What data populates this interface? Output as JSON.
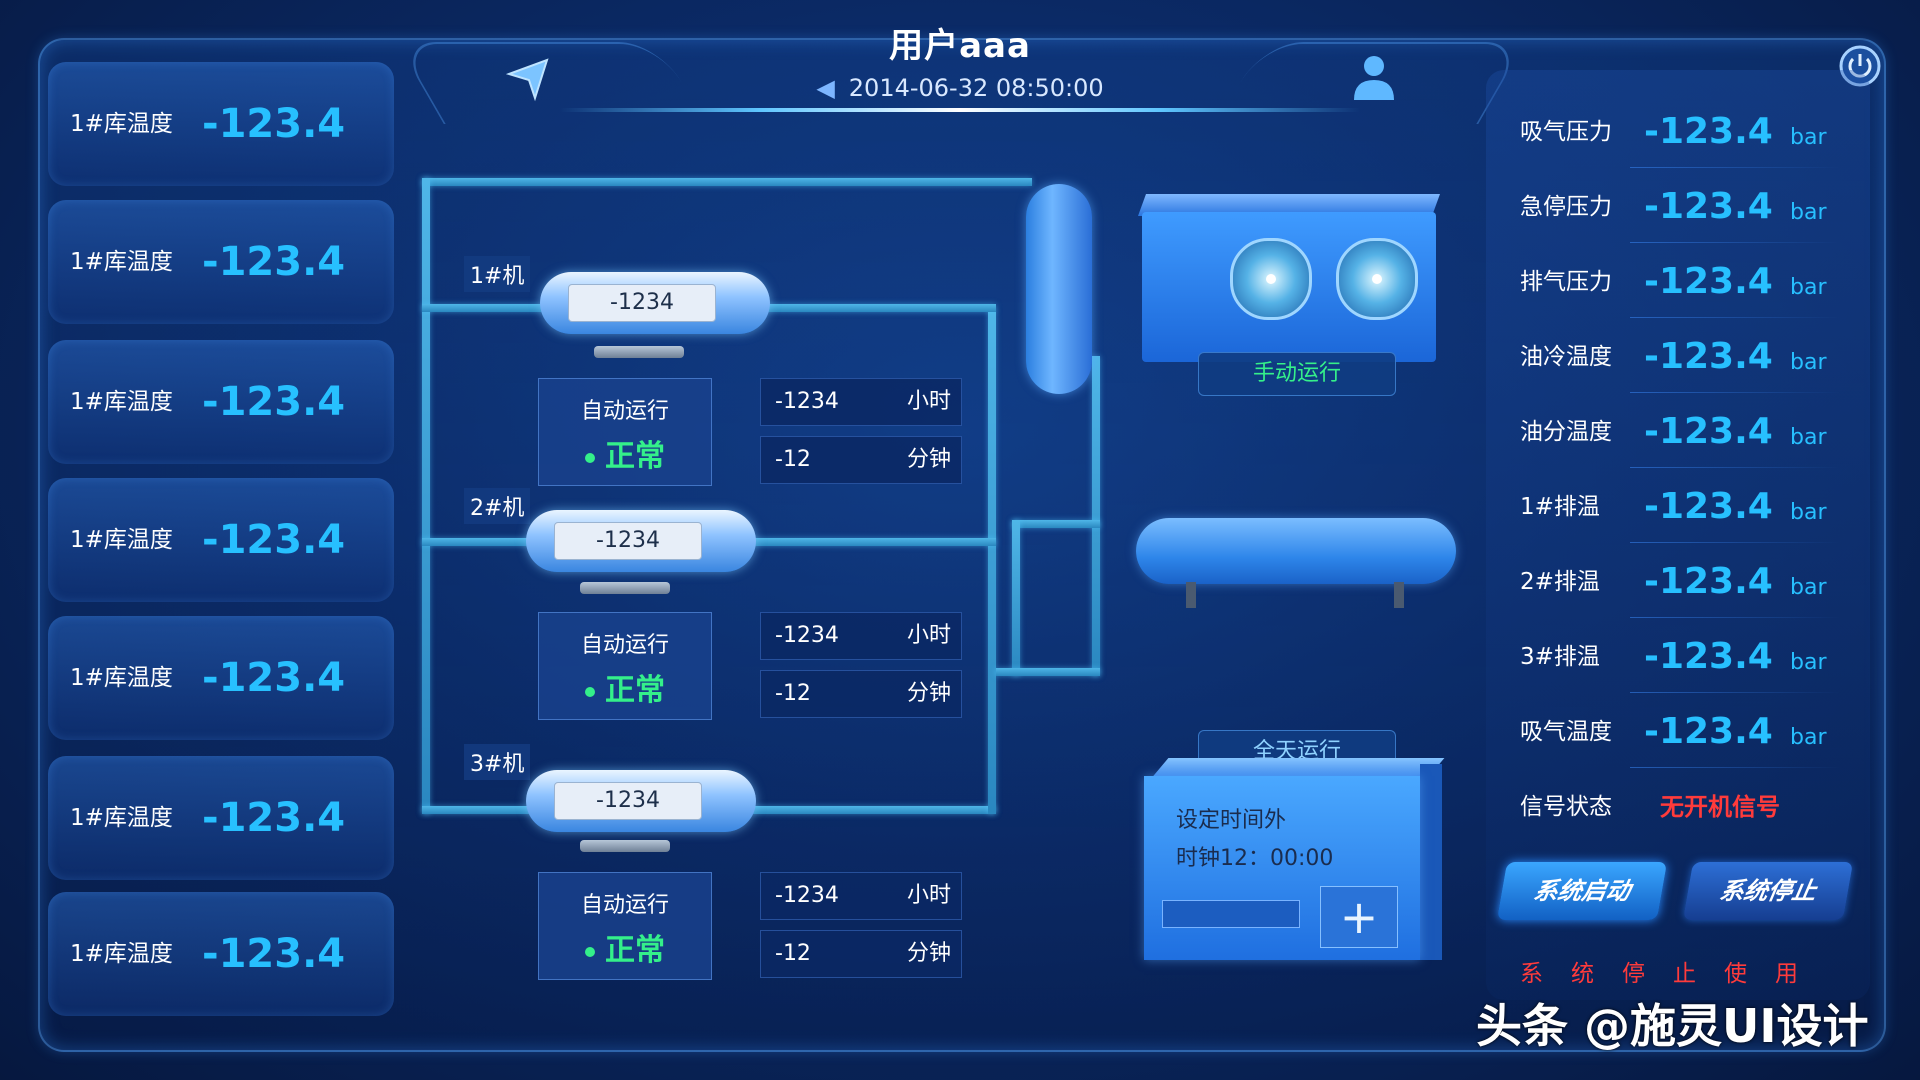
{
  "header": {
    "title": "用户aaa",
    "datetime": "2014-06-32  08:50:00"
  },
  "left_panel": {
    "items": [
      {
        "label": "1#库温度",
        "value": "-123.4"
      },
      {
        "label": "1#库温度",
        "value": "-123.4"
      },
      {
        "label": "1#库温度",
        "value": "-123.4"
      },
      {
        "label": "1#库温度",
        "value": "-123.4"
      },
      {
        "label": "1#库温度",
        "value": "-123.4"
      },
      {
        "label": "1#库温度",
        "value": "-123.4"
      },
      {
        "label": "1#库温度",
        "value": "-123.4"
      }
    ]
  },
  "machines": [
    {
      "label": "1#机",
      "display": "-1234",
      "mode": "自动运行",
      "status": "正常",
      "hours_value": "-1234",
      "hours_unit": "小时",
      "minutes_value": "-12",
      "minutes_unit": "分钟"
    },
    {
      "label": "2#机",
      "display": "-1234",
      "mode": "自动运行",
      "status": "正常",
      "hours_value": "-1234",
      "hours_unit": "小时",
      "minutes_value": "-12",
      "minutes_unit": "分钟"
    },
    {
      "label": "3#机",
      "display": "-1234",
      "mode": "自动运行",
      "status": "正常",
      "hours_value": "-1234",
      "hours_unit": "小时",
      "minutes_value": "-12",
      "minutes_unit": "分钟"
    }
  ],
  "condenser": {
    "mode_label": "手动运行"
  },
  "timer": {
    "tab_label": "全天运行",
    "line1": "设定时间外",
    "line2": "时钟12：00:00",
    "plus": "+"
  },
  "right_panel": {
    "items": [
      {
        "label": "吸气压力",
        "value": "-123.4",
        "unit": "bar"
      },
      {
        "label": "急停压力",
        "value": "-123.4",
        "unit": "bar"
      },
      {
        "label": "排气压力",
        "value": "-123.4",
        "unit": "bar"
      },
      {
        "label": "油冷温度",
        "value": "-123.4",
        "unit": "bar"
      },
      {
        "label": "油分温度",
        "value": "-123.4",
        "unit": "bar"
      },
      {
        "label": "1#排温",
        "value": "-123.4",
        "unit": "bar"
      },
      {
        "label": "2#排温",
        "value": "-123.4",
        "unit": "bar"
      },
      {
        "label": "3#排温",
        "value": "-123.4",
        "unit": "bar"
      },
      {
        "label": "吸气温度",
        "value": "-123.4",
        "unit": "bar"
      }
    ],
    "signal_label": "信号状态",
    "signal_value": "无开机信号",
    "start_button": "系统启动",
    "stop_button": "系统停止",
    "warning": "系统停止使用"
  },
  "watermark": "头条 @施灵UI设计",
  "icons": {
    "nav": "navigation-arrow-icon",
    "user": "user-icon",
    "power": "power-icon",
    "speaker": "speaker-icon"
  },
  "colors": {
    "accent_value": "#27c0ff",
    "ok_green": "#34f08a",
    "warn_red": "#ff3b3b"
  }
}
